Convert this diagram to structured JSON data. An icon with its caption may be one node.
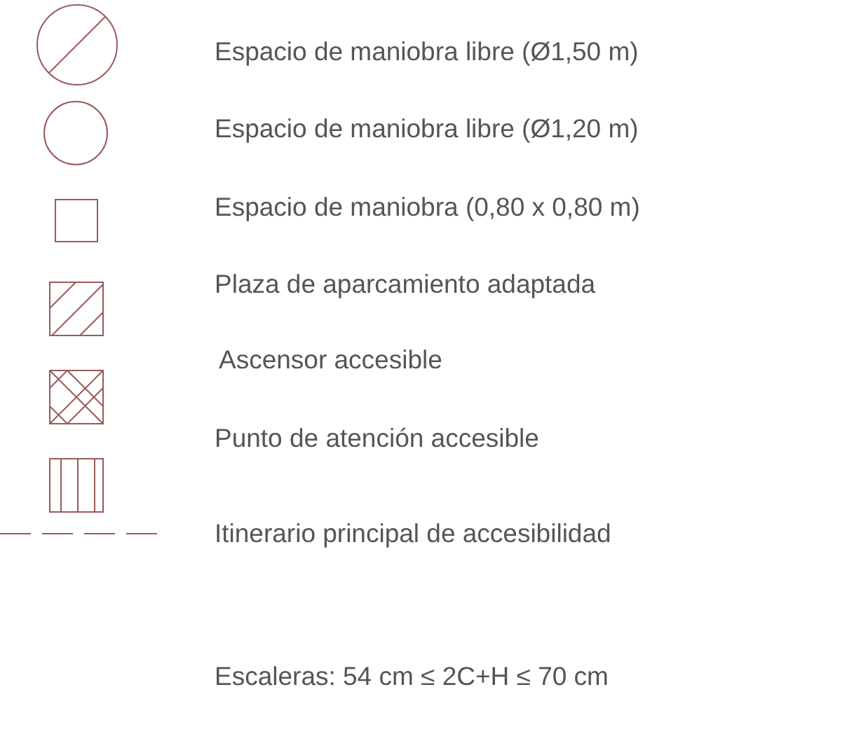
{
  "diagram": {
    "legend": [
      {
        "text": "Espacio de maniobra libre (Ø1,50 m)"
      },
      {
        "text": "Espacio de maniobra libre (Ø1,20 m)"
      },
      {
        "text": "Espacio de maniobra (0,80 x 0,80 m)"
      },
      {
        "text": "Plaza de aparcamiento adaptada"
      },
      {
        "text": "Ascensor accesible"
      },
      {
        "text": "Punto de atención accesible"
      },
      {
        "text": "Itinerario principal de accesibilidad"
      }
    ],
    "labels": [
      "Escaleras: 54 cm ≤ 2C+H ≤ 70 cm"
    ]
  }
}
